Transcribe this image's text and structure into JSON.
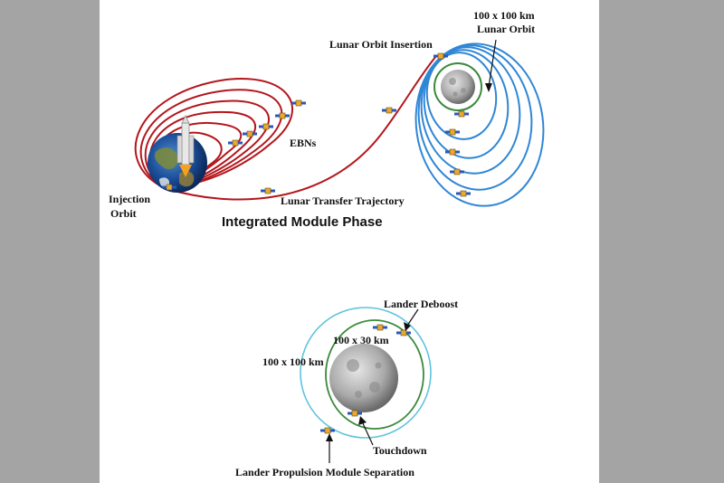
{
  "labels": {
    "lunar_orbit_insertion": "Lunar Orbit Insertion",
    "lunar_orbit_line1": "100 x 100 km",
    "lunar_orbit_line2": "Lunar Orbit",
    "ebns": "EBNs",
    "injection_line1": "Injection",
    "injection_line2": "Orbit",
    "lunar_transfer": "Lunar Transfer Trajectory",
    "phase_title": "Integrated Module Phase",
    "lander_deboost": "Lander Deboost",
    "orbit_100x30": "100 x 30 km",
    "orbit_100x100": "100 x 100 km",
    "touchdown": "Touchdown",
    "separation": "Lander Propulsion Module Separation"
  },
  "colors": {
    "earth_orbit": "#b3161c",
    "lunar_orbit": "#2f86d6",
    "outer_lunar_orbit": "#5ec4dc",
    "descent_orbit": "#3a8a3a",
    "background": "#a4a4a4",
    "panel": "#ffffff"
  }
}
